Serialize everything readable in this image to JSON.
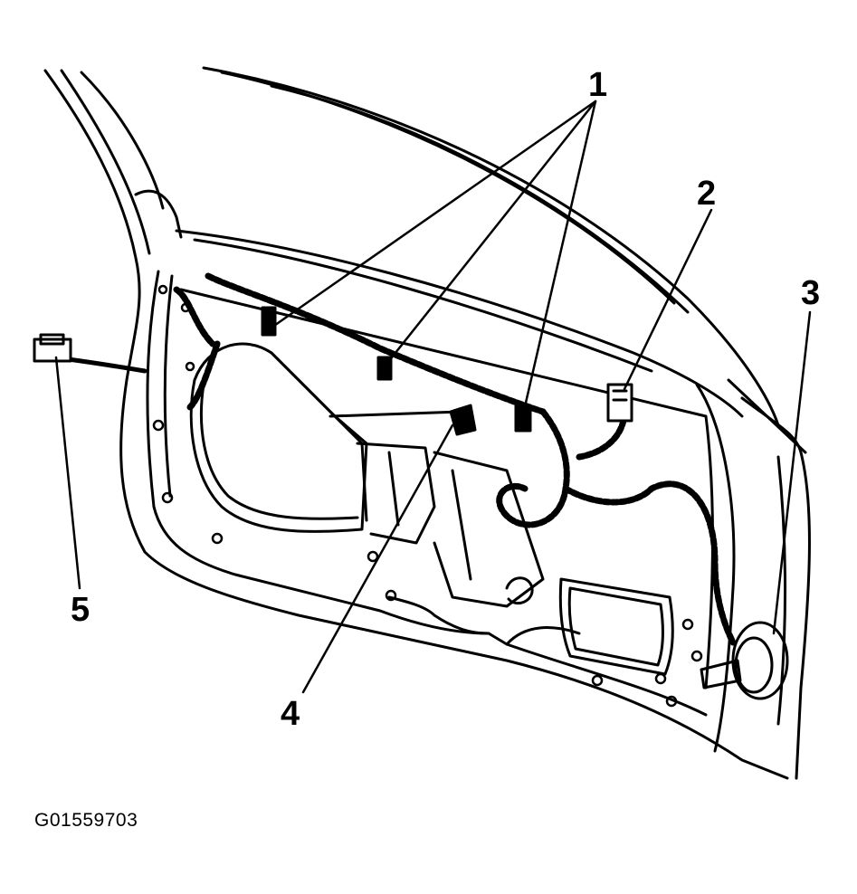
{
  "diagram": {
    "callouts": [
      {
        "id": "1",
        "label": "1"
      },
      {
        "id": "2",
        "label": "2"
      },
      {
        "id": "3",
        "label": "3"
      },
      {
        "id": "4",
        "label": "4"
      },
      {
        "id": "5",
        "label": "5"
      }
    ],
    "figure_id": "G01559703",
    "line_color": "#000000",
    "background": "#ffffff"
  }
}
